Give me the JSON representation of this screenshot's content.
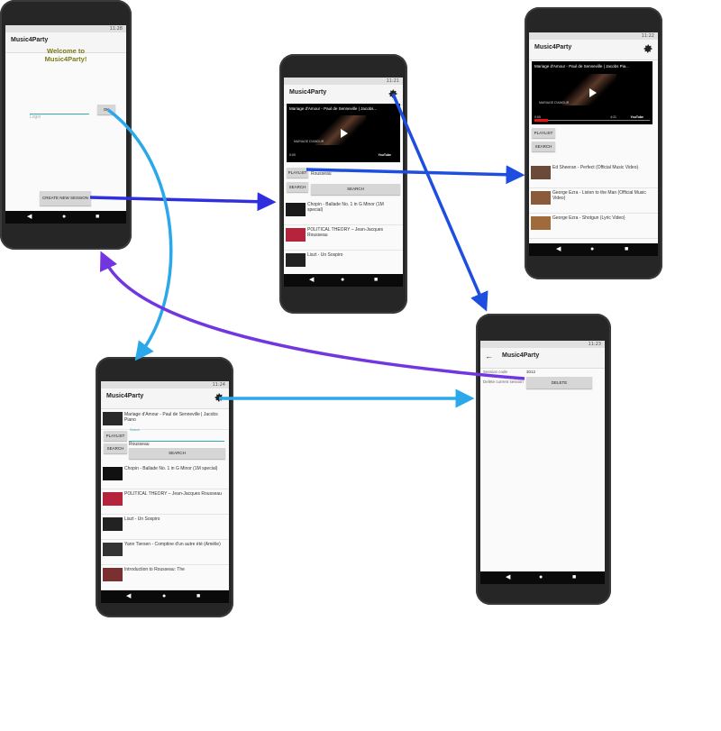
{
  "colors": {
    "arrow_light_blue": "#2aa8ea",
    "arrow_blue": "#1d4ee0",
    "arrow_indigo": "#2f2fe0",
    "arrow_purple": "#7236e0",
    "welcome_olive": "#7a7a1a"
  },
  "screen_login": {
    "status_time": "11:28",
    "app_title": "Music4Party",
    "welcome": "Welcome to Music4Party!",
    "login_placeholder": "Login",
    "ok_label": "OK",
    "create_label": "CREATE NEW SESSION"
  },
  "screen_search": {
    "status_time": "11:21",
    "app_title": "Music4Party",
    "video_title": "Mariage d'Amour - Paul de Senneville | Jacobs...",
    "video_time": "0:00",
    "video_caption": "MARIAGE D'AMOUR",
    "playlist_label": "PLAYLIST",
    "search_label": "SEARCH",
    "query": "Rousseau",
    "search_button": "SEARCH",
    "results": [
      {
        "text": "Chopin - Ballade No. 1 in G Minor (1M special)"
      },
      {
        "text": "POLITICAL THEORY – Jean-Jacques Rousseau"
      },
      {
        "text": "Liszt - Un Sospiro"
      }
    ]
  },
  "screen_playlist": {
    "status_time": "11:22",
    "app_title": "Music4Party",
    "video_title": "Mariage d'Amour - Paul de Senneville | Jacobs Pia...",
    "video_caption": "MARIAGE D'AMOUR",
    "video_time": "0:00",
    "video_duration": "4:21",
    "playlist_label": "PLAYLIST",
    "search_label": "SEARCH",
    "items": [
      {
        "text": "Ed Sheeran - Perfect (Official Music Video)"
      },
      {
        "text": "George Ezra - Listen to the Man (Official Music Video)"
      },
      {
        "text": "George Ezra - Shotgun (Lyric Video)"
      }
    ]
  },
  "screen_search2": {
    "status_time": "11:24",
    "app_title": "Music4Party",
    "now_playing": "Mariage d'Amour - Paul de Senneville | Jacobs Piano",
    "playlist_label": "PLAYLIST",
    "search_label": "SEARCH",
    "field_hint": "Search",
    "query": "Rousseau",
    "search_button": "SEARCH",
    "results": [
      {
        "text": "Chopin - Ballade No. 1 in G Minor (1M special)"
      },
      {
        "text": "POLITICAL THEORY – Jean-Jacques Rousseau"
      },
      {
        "text": "Liszt - Un Sospiro"
      },
      {
        "text": "Yann Tiersen - Comptine d'un autre été (Amélie)"
      },
      {
        "text": "Introduction to Rousseau: The"
      }
    ]
  },
  "screen_settings": {
    "status_time": "11:23",
    "app_title": "Music4Party",
    "session_label": "Session code",
    "session_value": "3012",
    "delete_label": "Delete current session",
    "delete_button": "DELETE"
  }
}
